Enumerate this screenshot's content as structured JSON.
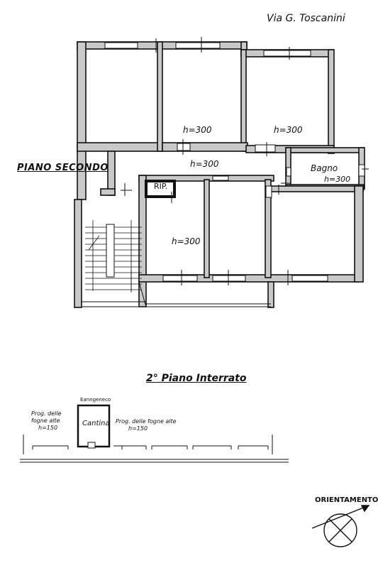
{
  "street": "Via G. Toscanini",
  "floor_title": "PIANO SECONDO",
  "heights": {
    "room_top_middle": "h=300",
    "room_top_right": "h=300",
    "corridor": "h=300",
    "room_center": "h=300",
    "bathroom": "h=300"
  },
  "bathroom_label": "Bagno",
  "storage_label": "RIP.",
  "basement_title": "2° Piano Interrato",
  "basement": {
    "caption_top": "Eanngeneco",
    "cellar_label": "Cantina",
    "prog_left": [
      "Prog. delle",
      "fogne alte",
      "h=150"
    ],
    "prog_right": [
      "Prog. delle fogne alte",
      "h=150"
    ]
  },
  "orientation_label": "ORIENTAMENTO"
}
